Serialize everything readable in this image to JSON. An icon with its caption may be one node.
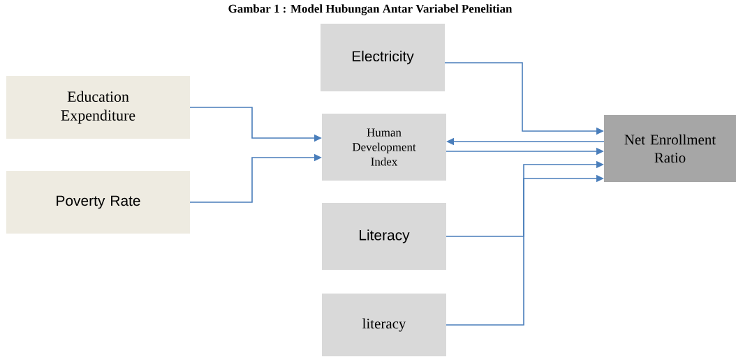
{
  "diagram": {
    "title": "Gambar 1 : Model Hubungan Antar Variabel Penelitian",
    "nodes": [
      {
        "text": [
          "Electricity"
        ]
      },
      {
        "text": [
          "Education Expenditure"
        ]
      },
      {
        "text": [
          "Human Development Index"
        ]
      },
      {
        "text": [
          "Poverty Rate"
        ]
      },
      {
        "text": [
          "Net Enrollment Ratio"
        ]
      },
      {
        "text": [
          "Literacy"
        ]
      },
      {
        "text": [
          "literacy"
        ]
      }
    ],
    "edges": [
      {
        "from": 1,
        "to": 2,
        "arrow": "to"
      },
      {
        "from": 3,
        "to": 2,
        "arrow": "to"
      },
      {
        "from": 0,
        "to": 4,
        "arrow": "to"
      },
      {
        "from": 4,
        "to": 2,
        "arrow": "to"
      },
      {
        "from": 2,
        "to": 4,
        "arrow": "to"
      },
      {
        "from": 6,
        "to": 4,
        "arrow": "to"
      },
      {
        "from": 5,
        "to": 4,
        "arrow": "to"
      }
    ]
  }
}
